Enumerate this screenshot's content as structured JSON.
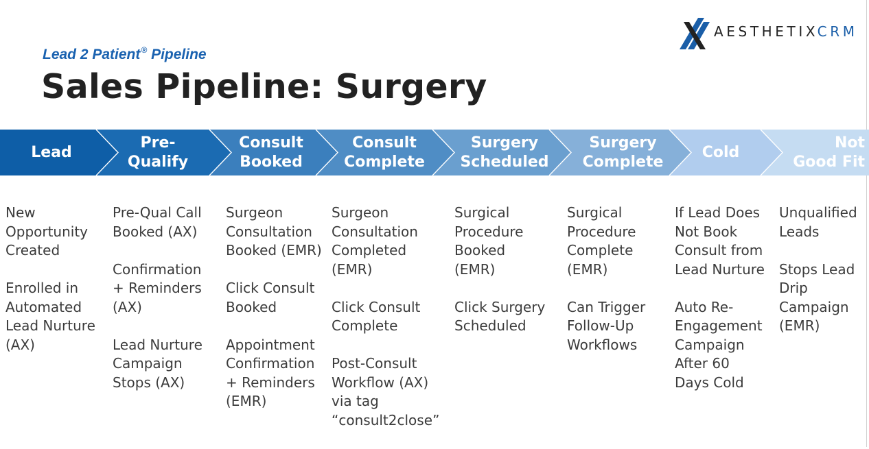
{
  "brand": {
    "word1": "AESTHETIX",
    "word2": "CRM"
  },
  "header": {
    "subtitle": "Lead 2 Patient",
    "subtitle_mark": "®",
    "subtitle_rest": " Pipeline",
    "title": "Sales Pipeline: Surgery"
  },
  "pipeline": {
    "stages": [
      {
        "label": "Lead",
        "color": "#0e5ea7"
      },
      {
        "label": "Pre-\nQualify",
        "color": "#1b6bb2"
      },
      {
        "label": "Consult\nBooked",
        "color": "#3b7fbd"
      },
      {
        "label": "Consult\nComplete",
        "color": "#4f8dc5"
      },
      {
        "label": "Surgery\nScheduled",
        "color": "#6a9fcf"
      },
      {
        "label": "Surgery\nComplete",
        "color": "#86b0d9"
      },
      {
        "label": "Cold",
        "color": "#b1cdee"
      },
      {
        "label": "Not\nGood Fit",
        "color": "#c5dcf2"
      }
    ],
    "columns": [
      {
        "paragraphs": [
          "New\nOpportunity\nCreated",
          "Enrolled in\nAutomated\nLead Nurture\n(AX)"
        ]
      },
      {
        "paragraphs": [
          "Pre-Qual Call\nBooked (AX)",
          "Confirmation\n+ Reminders\n(AX)",
          "Lead Nurture\nCampaign\nStops (AX)"
        ]
      },
      {
        "paragraphs": [
          "Surgeon\nConsultation\nBooked (EMR)",
          "Click Consult\nBooked",
          "Appointment\nConfirmation\n+ Reminders\n(EMR)"
        ]
      },
      {
        "paragraphs": [
          "Surgeon\nConsultation\nCompleted\n(EMR)",
          "Click Consult\nComplete",
          "Post-Consult\nWorkflow (AX)\nvia tag\n“consult2close”"
        ]
      },
      {
        "paragraphs": [
          "Surgical\nProcedure\nBooked\n(EMR)",
          "Click Surgery\nScheduled"
        ]
      },
      {
        "paragraphs": [
          "Surgical\nProcedure\nComplete\n(EMR)",
          "Can Trigger\nFollow-Up\nWorkflows"
        ]
      },
      {
        "paragraphs": [
          "If Lead Does\nNot Book\nConsult from\nLead Nurture",
          "Auto Re-\nEngagement\nCampaign\nAfter 60\nDays Cold"
        ]
      },
      {
        "paragraphs": [
          "Unqualified\nLeads",
          "Stops Lead\nDrip\nCampaign\n(EMR)"
        ]
      }
    ]
  }
}
